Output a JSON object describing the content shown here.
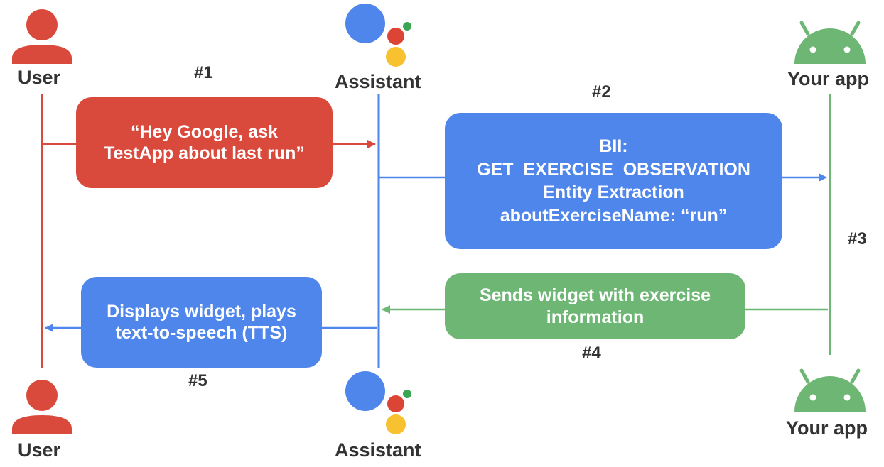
{
  "colors": {
    "user": "#d9493c",
    "assistant": "#4f86ec",
    "app": "#6db674",
    "text": "#333333",
    "google_red": "#dc4436",
    "google_yellow": "#f7c12f",
    "google_green": "#3aa655"
  },
  "actors": {
    "user_top": "User",
    "user_bottom": "User",
    "assistant_top": "Assistant",
    "assistant_bottom": "Assistant",
    "app_top": "Your app",
    "app_bottom": "Your app"
  },
  "icons": {
    "user": "person-icon",
    "assistant": "google-assistant-logo",
    "app": "android-icon"
  },
  "steps": [
    "#1",
    "#2",
    "#3",
    "#4",
    "#5"
  ],
  "messages": [
    {
      "id": "m1",
      "lines": [
        "“Hey Google, ask",
        "TestApp about last run”"
      ]
    },
    {
      "id": "m2",
      "lines": [
        "BII:",
        "GET_EXERCISE_OBSERVATION",
        "Entity Extraction",
        "aboutExerciseName: “run”"
      ]
    },
    {
      "id": "m3",
      "lines": [
        "Sends widget with exercise",
        "information"
      ]
    },
    {
      "id": "m4",
      "lines": [
        "Displays widget, plays",
        "text-to-speech (TTS)"
      ]
    }
  ]
}
